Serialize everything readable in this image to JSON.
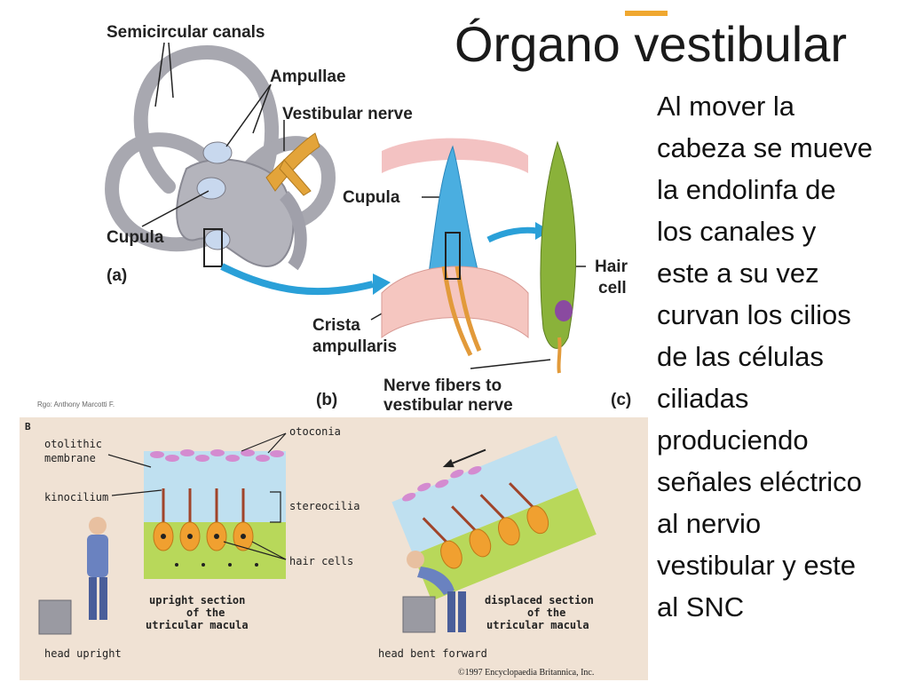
{
  "slide": {
    "title": "Órgano vestibular",
    "body_lines": [
      "Al mover la",
      "cabeza se mueve",
      "la endolinfa de",
      "los canales y",
      "este a su vez",
      "curvan los cilios",
      "de las células",
      "ciliadas",
      "produciendo",
      "señales eléctrico",
      "al nervio",
      "vestibular y este",
      "al SNC"
    ],
    "accent_color": "#f0a830"
  },
  "figure_top": {
    "labels": {
      "semicircular_canals": "Semicircular canals",
      "ampullae": "Ampullae",
      "vestibular_nerve": "Vestibular nerve",
      "cupula_a": "Cupula",
      "panel_a": "(a)",
      "cupula_b": "Cupula",
      "crista_1": "Crista",
      "crista_2": "ampullaris",
      "panel_b": "(b)",
      "nerve_fibers_1": "Nerve fibers to",
      "nerve_fibers_2": "vestibular nerve",
      "hair_cell_1": "Hair",
      "hair_cell_2": "cell",
      "panel_c": "(c)",
      "credit": "Rgo: Anthony Marcotti F."
    }
  },
  "figure_bottom": {
    "labels": {
      "panel_letter": "B",
      "otolithic_1": "otolithic",
      "otolithic_2": "membrane",
      "otoconia": "otoconia",
      "kinocilium": "kinocilium",
      "stereocilia": "stereocilia",
      "hair_cells": "hair cells",
      "upright_1": "upright section",
      "upright_2": "of the",
      "upright_3": "utricular macula",
      "displaced_1": "displaced section",
      "displaced_2": "of the",
      "displaced_3": "utricular macula",
      "head_upright": "head upright",
      "head_bent": "head bent forward",
      "copyright": "©1997 Encyclopaedia Britannica, Inc."
    }
  }
}
